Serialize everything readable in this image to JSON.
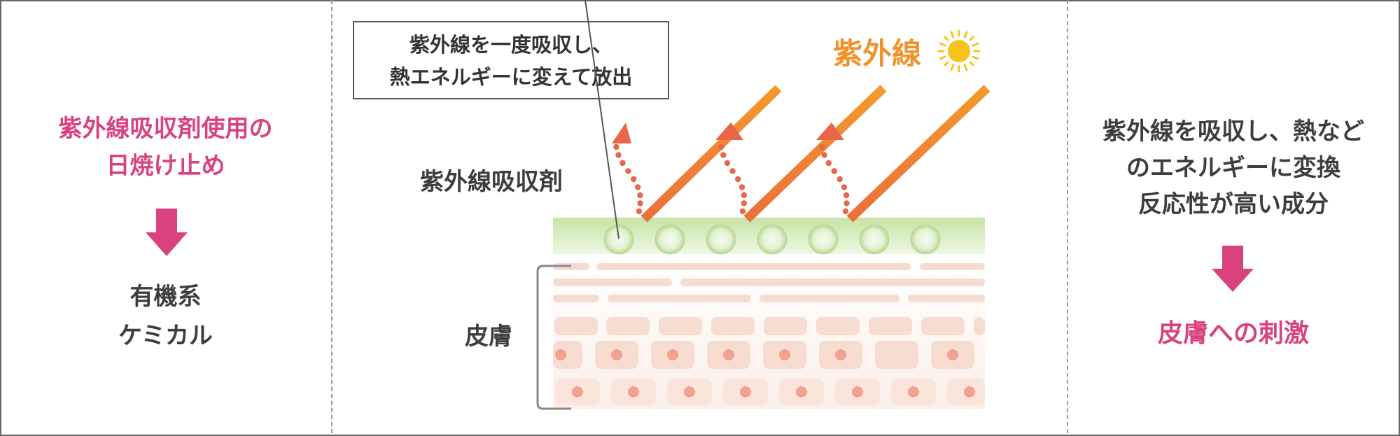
{
  "left_panel": {
    "heading_lines": [
      "紫外線吸収剤使用の",
      "日焼け止め"
    ],
    "result_lines": [
      "有機系",
      "ケミカル"
    ]
  },
  "center_panel": {
    "callout_lines": [
      "紫外線を一度吸収し、",
      "熱エネルギーに変えて放出"
    ],
    "uv_label": "紫外線",
    "absorber_label": "紫外線吸収剤",
    "skin_label": "皮膚"
  },
  "right_panel": {
    "heading_lines": [
      "紫外線を吸収し、熱など",
      "のエネルギーに変換",
      "反応性が高い成分"
    ],
    "result": "皮膚への刺激"
  },
  "colors": {
    "pink": "#d9427f",
    "uv_orange": "#f0932b",
    "arrow_red": "#e8674a",
    "absorber_green": "#c8e6a6",
    "skin_peach": "#f7ddd0",
    "cell_nucleus": "#f2a191",
    "sun_yellow": "#f7c21b"
  },
  "icons": [
    "sun-icon",
    "down-arrow-icon"
  ]
}
